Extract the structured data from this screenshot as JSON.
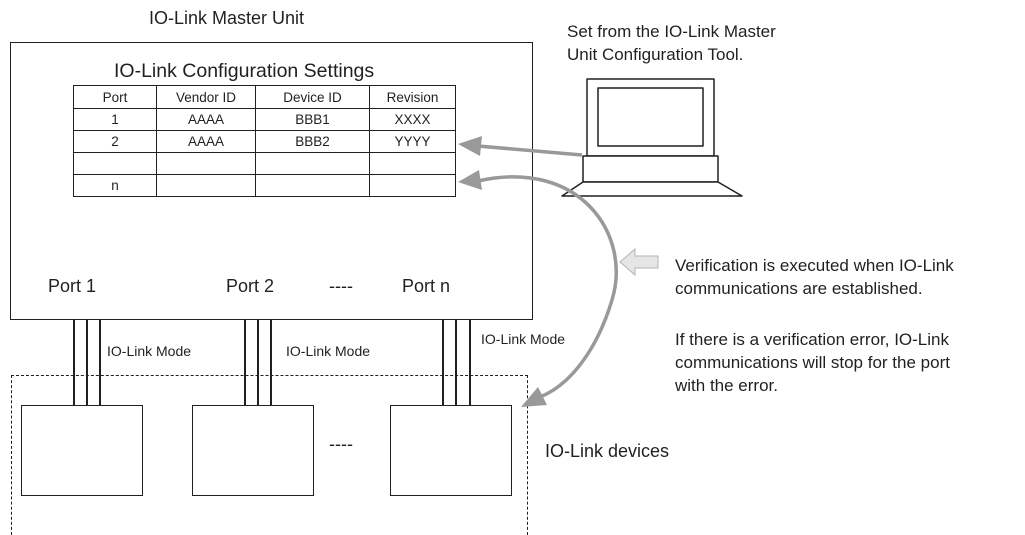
{
  "master": {
    "title": "IO-Link Master Unit",
    "table_title": "IO-Link Configuration Settings",
    "table": {
      "headers": [
        "Port",
        "Vendor ID",
        "Device ID",
        "Revision"
      ],
      "rows": [
        [
          "1",
          "AAAA",
          "BBB1",
          "XXXX"
        ],
        [
          "2",
          "AAAA",
          "BBB2",
          "YYYY"
        ],
        [
          "",
          "",
          "",
          ""
        ],
        [
          "n",
          "",
          "",
          ""
        ]
      ]
    },
    "ports": {
      "port1": "Port 1",
      "port2": "Port 2",
      "ellipsis": "----",
      "portn": "Port n"
    }
  },
  "links": {
    "mode1": "IO-Link Mode",
    "mode2": "IO-Link Mode",
    "mode3": "IO-Link Mode"
  },
  "devices": {
    "ellipsis": "----",
    "label": "IO-Link devices"
  },
  "tool": {
    "line1": "Set from the IO-Link Master",
    "line2": "Unit Configuration Tool."
  },
  "notes": {
    "verify_line1": "Verification is executed when IO-Link",
    "verify_line2": "communications are established.",
    "error_line1": "If there is a verification error, IO-Link",
    "error_line2": "communications will stop for the port",
    "error_line3": "with the error."
  },
  "colors": {
    "line": "#231f20",
    "arrow_gray": "#999999",
    "hint_arrow_fill": "#e6e6e6",
    "hint_arrow_stroke": "#b3b3b3"
  }
}
